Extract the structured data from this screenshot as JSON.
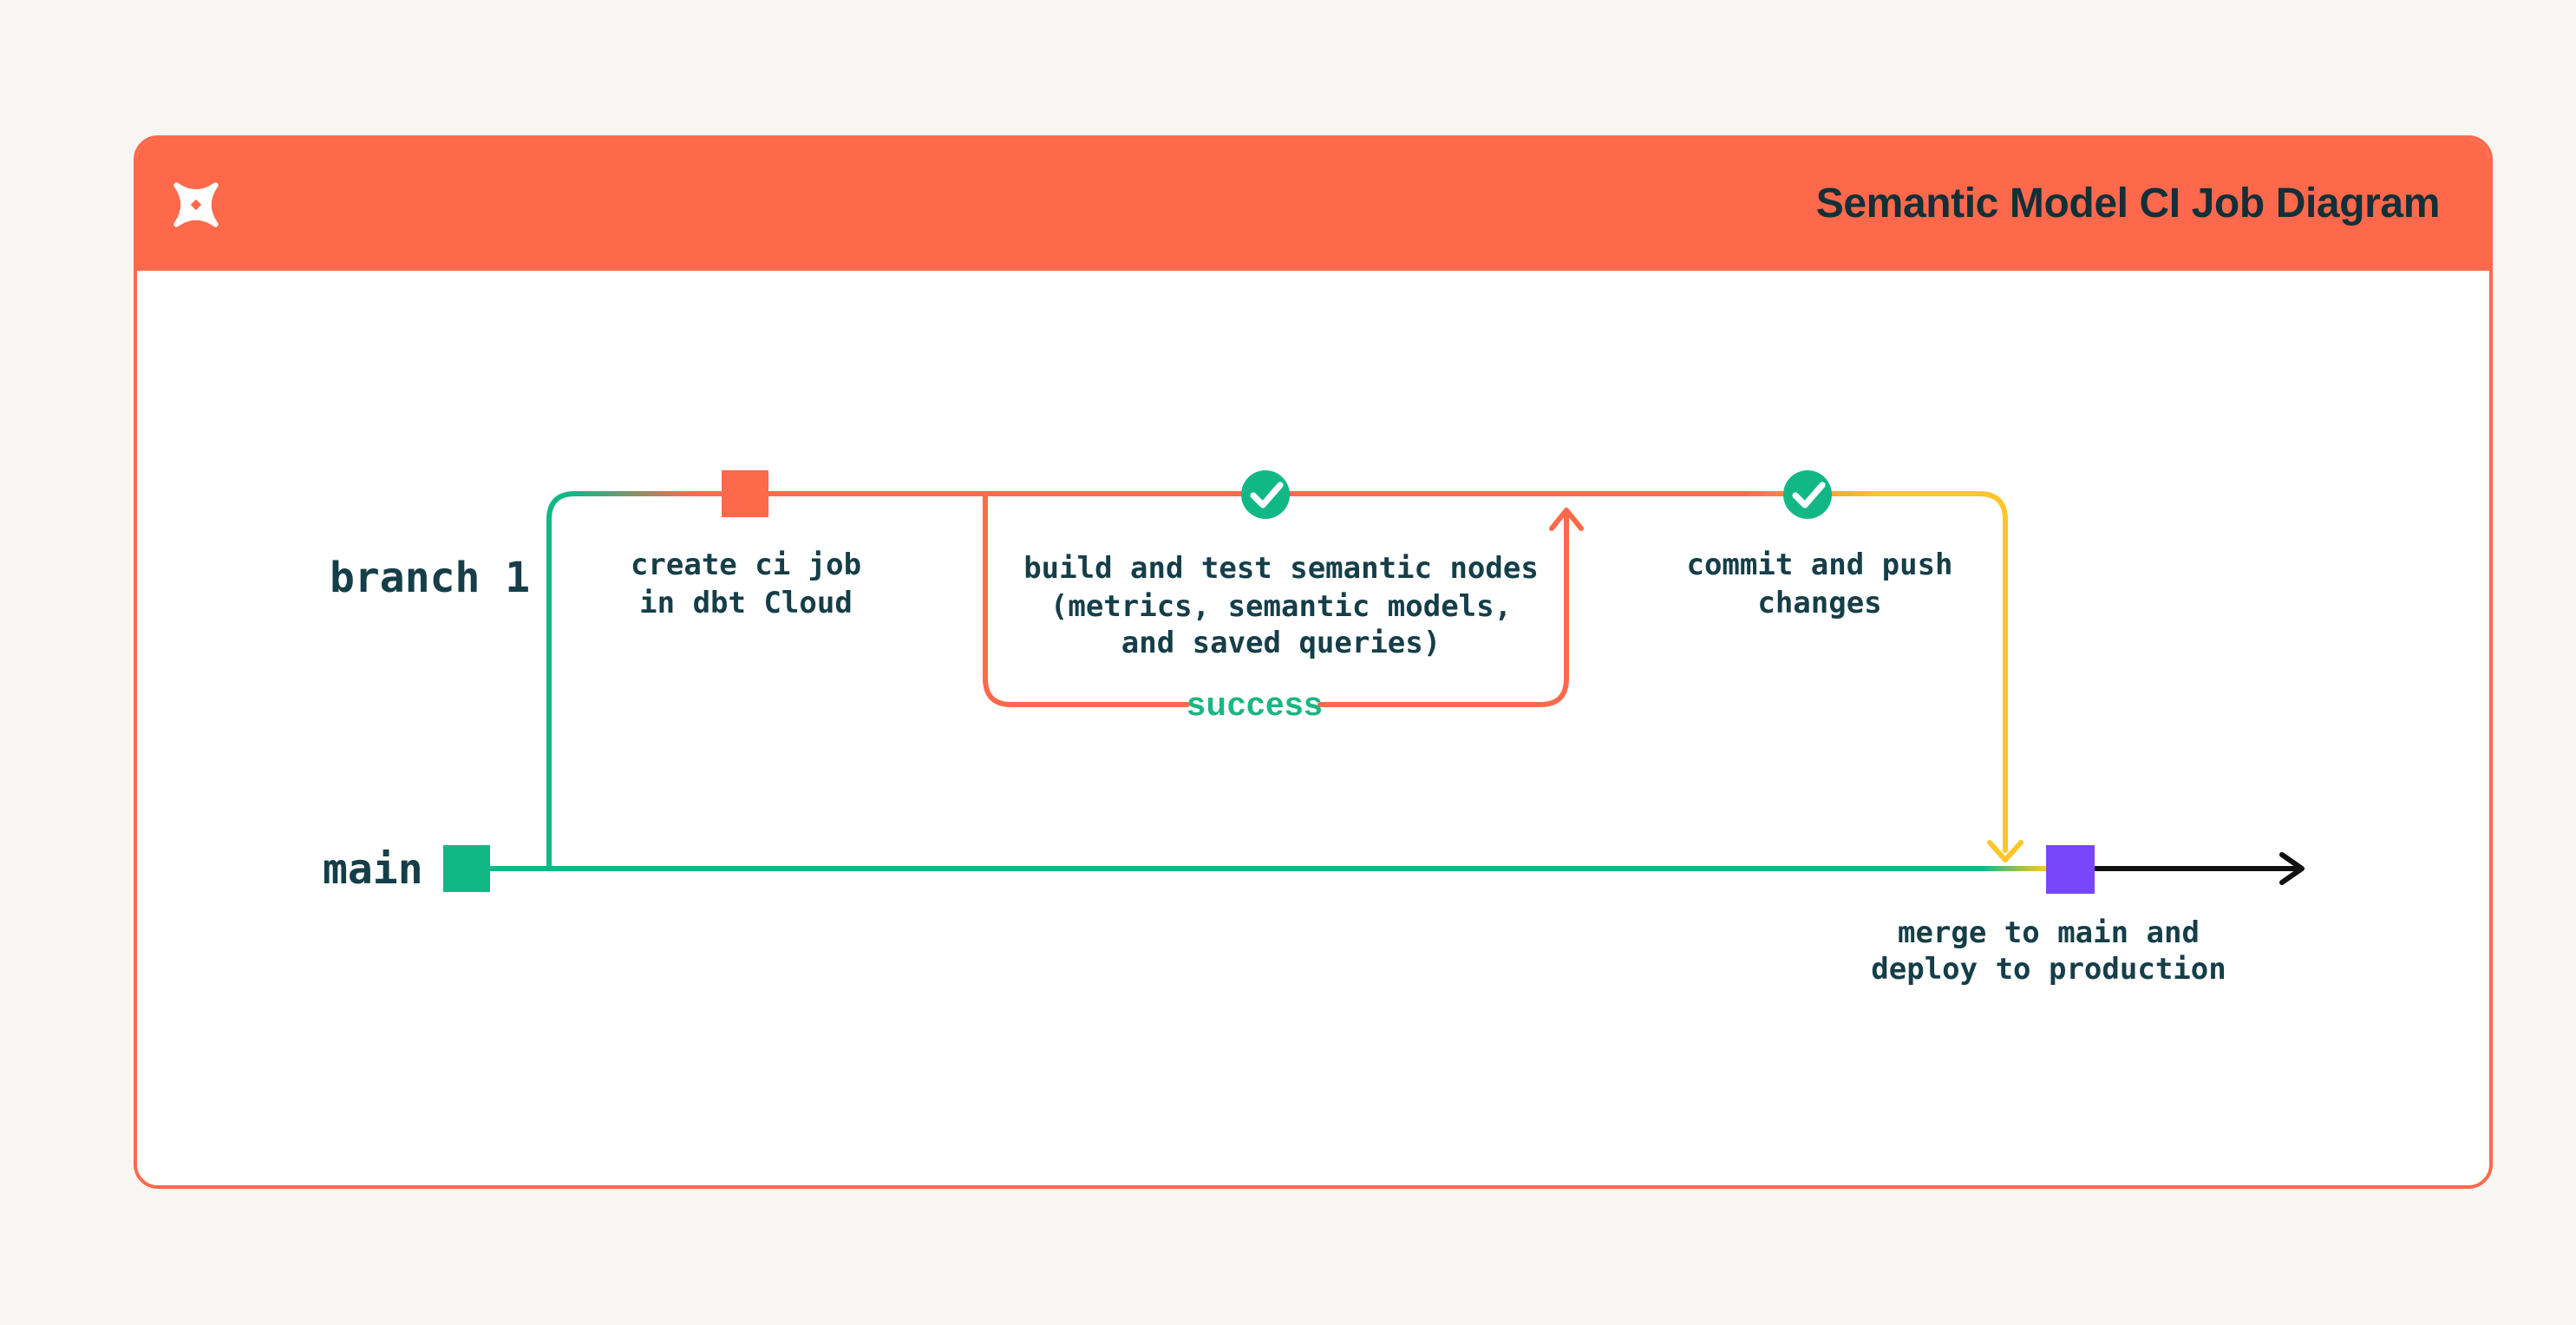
{
  "header": {
    "title": "Semantic Model CI Job Diagram",
    "logo": "dbt-logo"
  },
  "lanes": {
    "branch": "branch 1",
    "main": "main"
  },
  "nodes": {
    "create_ci": {
      "label": "create ci job\nin dbt Cloud",
      "marker": "orange-commit-square"
    },
    "build_test": {
      "label": "build and test semantic nodes\n(metrics, semantic models,\nand saved queries)",
      "marker": "green-check-circle"
    },
    "commit_push": {
      "label": "commit and push\nchanges",
      "marker": "green-check-circle"
    },
    "merge_deploy": {
      "label": "merge to main and\ndeploy to production",
      "marker": "purple-commit-square"
    },
    "success": {
      "label": "success"
    }
  },
  "colors": {
    "page-bg": "#F7F6F3",
    "card-bg": "#FFFFFF",
    "orange": "#FF694B",
    "green": "#11B886",
    "yellow": "#FFC62B",
    "purple": "#7847FA",
    "ink": "#153E48",
    "title-ink": "#132F38",
    "success-green": "#1CB583",
    "arrow-black": "#111111"
  }
}
